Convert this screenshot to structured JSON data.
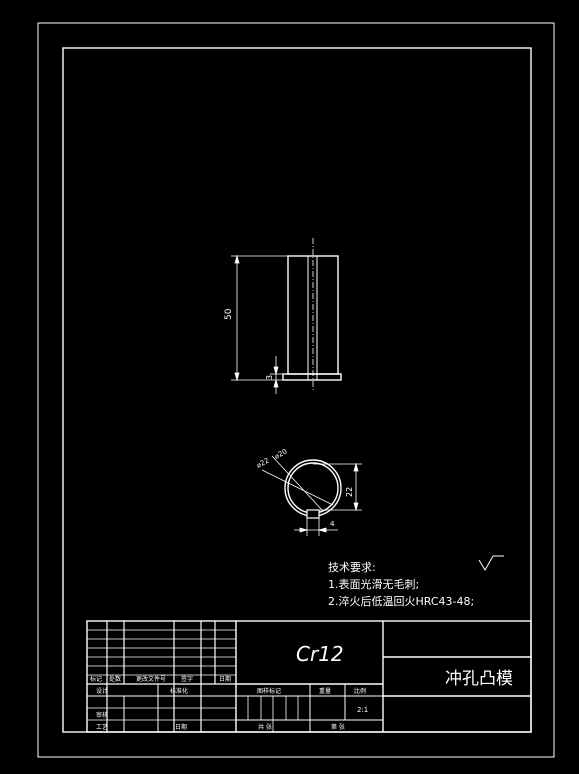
{
  "drawing": {
    "dimensions": {
      "height": "50",
      "flange": "3",
      "outer_dia": "⌀22",
      "inner_dia": "⌀20",
      "vertical": "22",
      "key_width": "4"
    },
    "surface_finish_mark": "√"
  },
  "tech_requirements": {
    "title": "技术要求:",
    "items": [
      "1.表面光滑无毛刺;",
      "2.淬火后低温回火HRC43-48;"
    ]
  },
  "title_block": {
    "material": "Cr12",
    "part_name": "冲孔凸模",
    "scale": "2:1",
    "labels": {
      "mark": "标记",
      "count": "处数",
      "doc_no": "更改文件号",
      "signature": "签字",
      "date_short": "日期",
      "design": "设计",
      "standardize": "标准化",
      "stage_mark": "图样标记",
      "weight": "重量",
      "scale_label": "比例",
      "review": "审核",
      "process": "工艺",
      "date": "日期",
      "sheets_total": "共 张",
      "sheet_no": "第 张"
    }
  }
}
